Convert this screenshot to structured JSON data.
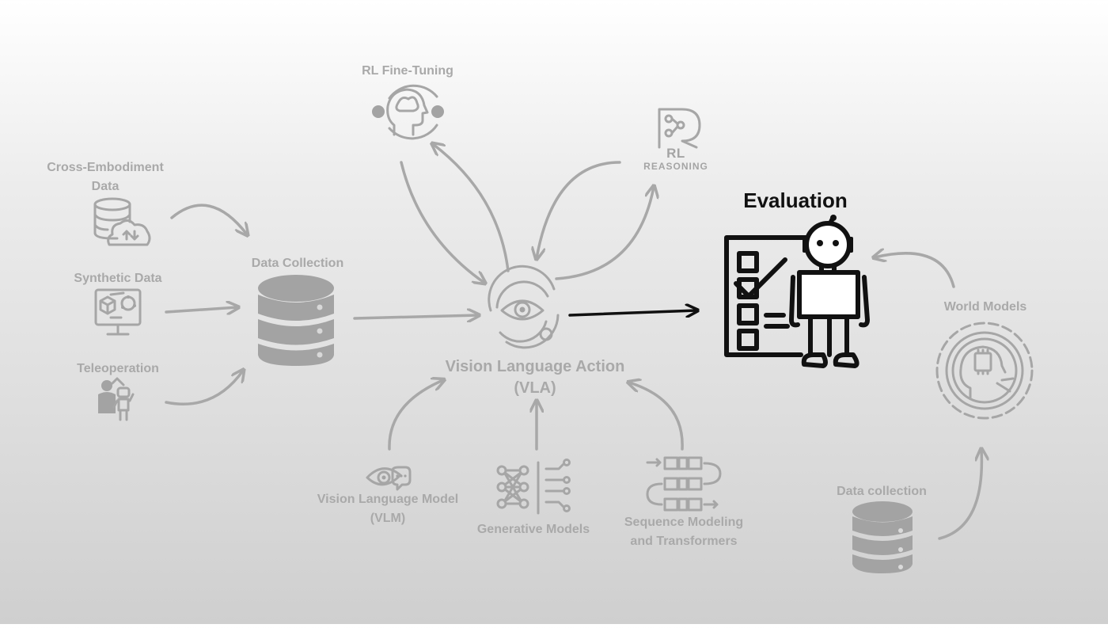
{
  "labels": {
    "rl_finetuning": "RL Fine-Tuning",
    "rl_reasoning_top": "RL",
    "rl_reasoning_bottom": "REASONING",
    "cross_embodiment_line1": "Cross-Embodiment",
    "cross_embodiment_line2": "Data",
    "synthetic_data": "Synthetic Data",
    "teleoperation": "Teleoperation",
    "data_collection_main": "Data Collection",
    "vla_line1": "Vision Language Action",
    "vla_line2": "(VLA)",
    "evaluation": "Evaluation",
    "world_models": "World Models",
    "data_collection_secondary": "Data collection",
    "vlm_line1": "Vision Language Model",
    "vlm_line2": "(VLM)",
    "generative_models": "Generative Models",
    "seq_line1": "Sequence Modeling",
    "seq_line2": "and Transformers"
  },
  "colors": {
    "faded": "#a8a8a8",
    "highlight": "#111111",
    "background_top": "#ffffff",
    "background_bottom": "#cfcfcf"
  }
}
